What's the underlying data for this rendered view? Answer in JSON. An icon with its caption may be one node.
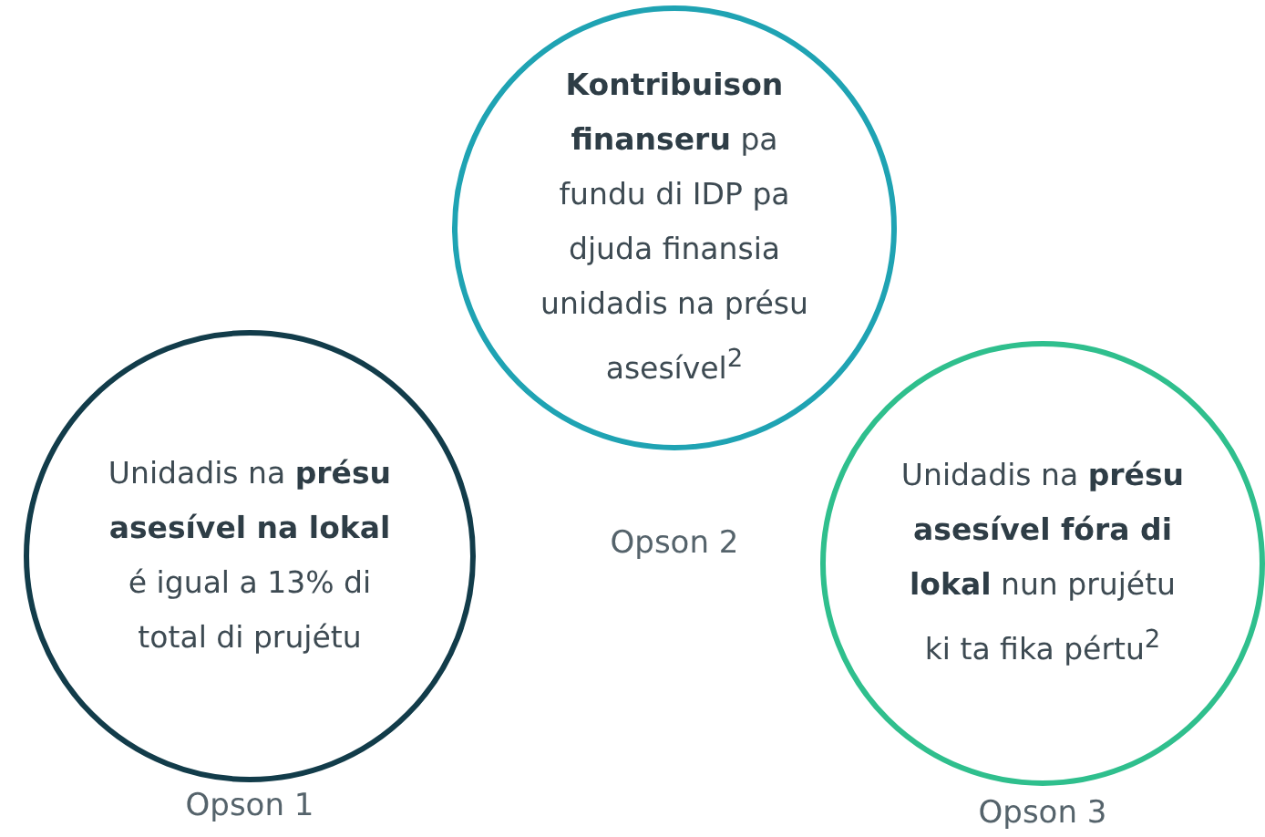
{
  "diagram": {
    "nodes": [
      {
        "text": [
          "Unidadis na **présu asesível na lokal** é igual a 13% di total di prujétu"
        ],
        "beside": [
          "Opson 1"
        ]
      },
      {
        "text": [
          "**Kontribuison finanseru** pa fundu di IDP pa djuda finansia unidadis na présu asesível$^{2}$"
        ],
        "beside": [
          "Opson 2"
        ]
      },
      {
        "text": [
          "Unidadis na **présu asesível fóra di lokal** nun prujétu ki ta fika pértu$^{2}$"
        ],
        "beside": [
          "Opson 3"
        ]
      }
    ]
  }
}
